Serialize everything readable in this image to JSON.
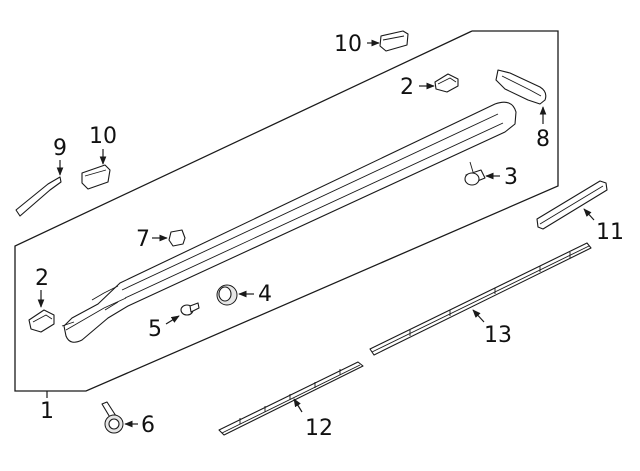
{
  "callouts": {
    "c1": "1",
    "c2a": "2",
    "c2b": "2",
    "c3": "3",
    "c4": "4",
    "c5": "5",
    "c6": "6",
    "c7": "7",
    "c8": "8",
    "c9": "9",
    "c10a": "10",
    "c10b": "10",
    "c11": "11",
    "c12": "12",
    "c13": "13"
  }
}
